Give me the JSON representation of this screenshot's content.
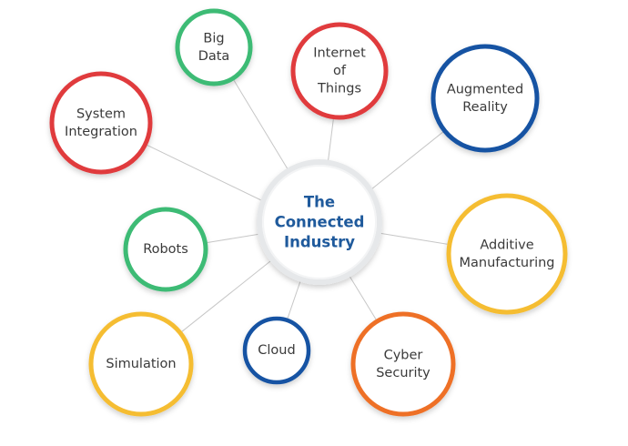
{
  "center": {
    "lines": [
      "The",
      "Connected",
      "Industry"
    ],
    "color": "#1f5a9c"
  },
  "nodes": [
    {
      "id": "big-data",
      "lines": [
        "Big",
        "Data"
      ],
      "color": "#3dbb74"
    },
    {
      "id": "internet-of-things",
      "lines": [
        "Internet",
        "of",
        "Things"
      ],
      "color": "#e03a3e"
    },
    {
      "id": "augmented-reality",
      "lines": [
        "Augmented",
        "Reality"
      ],
      "color": "#1553a3"
    },
    {
      "id": "system-integration",
      "lines": [
        "System",
        "Integration"
      ],
      "color": "#e03a3e"
    },
    {
      "id": "additive-manufacturing",
      "lines": [
        "Additive",
        "Manufacturing"
      ],
      "color": "#f5bd32"
    },
    {
      "id": "robots",
      "lines": [
        "Robots"
      ],
      "color": "#3dbb74"
    },
    {
      "id": "simulation",
      "lines": [
        "Simulation"
      ],
      "color": "#f5bd32"
    },
    {
      "id": "cloud",
      "lines": [
        "Cloud"
      ],
      "color": "#1553a3"
    },
    {
      "id": "cyber-security",
      "lines": [
        "Cyber",
        "Security"
      ],
      "color": "#ee7028"
    }
  ]
}
